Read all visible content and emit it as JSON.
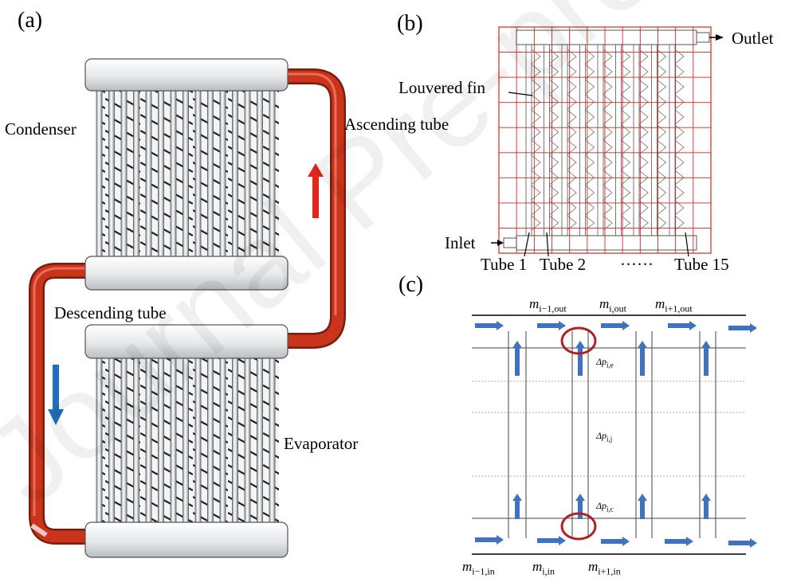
{
  "panels": {
    "a": "(a)",
    "b": "(b)",
    "c": "(c)"
  },
  "panel_a": {
    "condenser": "Condenser",
    "ascending_tube": "Ascending tube",
    "descending_tube": "Descending tube",
    "evaporator": "Evaporator"
  },
  "panel_b": {
    "louvered_fin": "Louvered fin",
    "outlet": "Outlet",
    "inlet": "Inlet",
    "tube_1": "Tube 1",
    "tube_2": "Tube 2",
    "ellipsis": "······",
    "tube_15": "Tube 15"
  },
  "panel_c": {
    "m_out": [
      {
        "m": "m",
        "sub": "i−1,out"
      },
      {
        "m": "m",
        "sub": "i,out"
      },
      {
        "m": "m",
        "sub": "i+1,out"
      }
    ],
    "m_in": [
      {
        "m": "m",
        "sub": "i−1,in"
      },
      {
        "m": "m",
        "sub": "i,in"
      },
      {
        "m": "m",
        "sub": "i+1,in"
      }
    ],
    "dp_e": {
      "d": "Δp",
      "sub": "i,e"
    },
    "dp_j": {
      "d": "Δp",
      "sub": "i,j"
    },
    "dp_c": {
      "d": "Δp",
      "sub": "i,c"
    }
  },
  "watermark": "Journal Pre-proof",
  "colors": {
    "pipe": "#c9341b",
    "up_arrow": "#e3261b",
    "down_arrow": "#1f6fbd",
    "flow_arrow": "#3f72c2",
    "grid": "#d9261c",
    "ellipse": "#b21f24"
  }
}
